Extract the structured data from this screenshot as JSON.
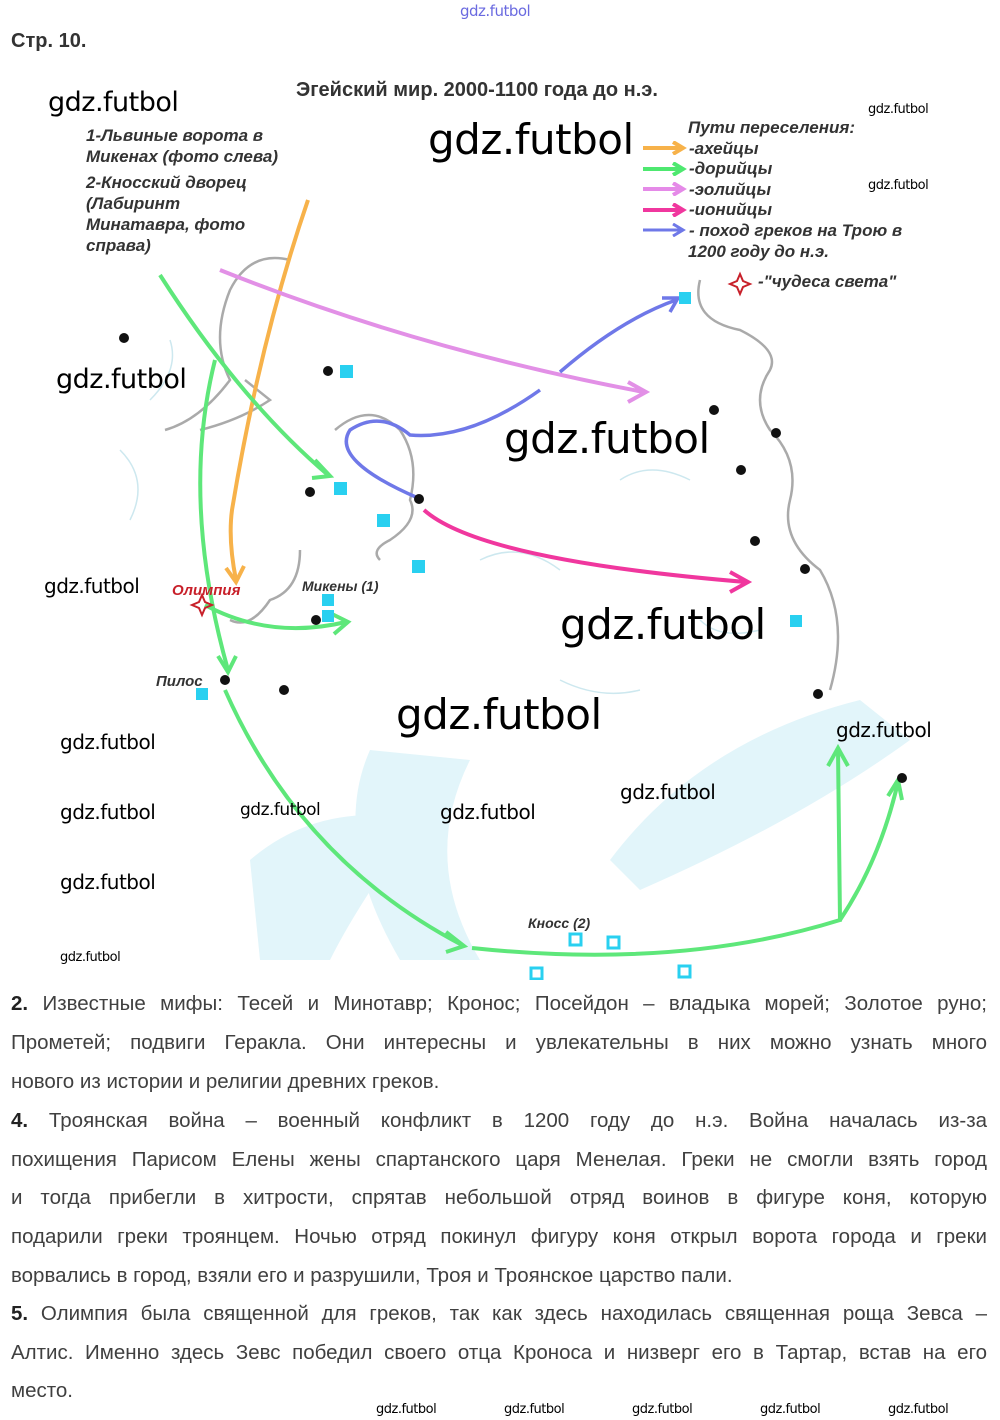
{
  "header": {
    "watermark_top": "gdz.futbol",
    "page_label": "Стр. 10."
  },
  "map": {
    "title": "Эгейский мир. 2000-1100 года до н.э.",
    "notes": [
      "1-Львиные ворота в",
      "Микенах (фото слева)",
      "2-Кносский дворец",
      "(Лабиринт",
      "Минатавра, фото",
      "справа)"
    ],
    "legend": {
      "title": "Пути переселения:",
      "items": [
        {
          "label": "-ахейцы",
          "color": "#f7b24a"
        },
        {
          "label": "-дорийцы",
          "color": "#4ee870"
        },
        {
          "label": "-эолийцы",
          "color": "#e58ae8"
        },
        {
          "label": "-ионийцы",
          "color": "#f0379e"
        },
        {
          "label": "- поход греков на Трою в",
          "color": "#6f78e8"
        }
      ],
      "troy_line2": "1200 году до н.э.",
      "wonders": "-\"чудеса света\""
    },
    "places": {
      "olympia": "Олимпия",
      "mycenae": "Микены (1)",
      "pylos": "Пилос",
      "knossos": "Кносс (2)"
    },
    "colors": {
      "sea": "#dff4fa",
      "coast": "#aaaaaa",
      "marker": "#29d0f0",
      "wonder": "#c8202a"
    }
  },
  "watermarks": {
    "text": "gdz.futbol"
  },
  "answers": {
    "a2": {
      "num": "2.",
      "lines": [
        "Известные мифы: Тесей и Минотавр; Кронос; Посейдон – владыка морей; Золотое руно;",
        "Прометей; подвиги Геракла. Они интересны и увлекательны в них можно узнать много",
        "нового из истории и религии древних греков."
      ]
    },
    "a4": {
      "num": "4.",
      "lines": [
        "Троянская война – военный конфликт в 1200 году до н.э. Война началась из-за",
        "похищения Парисом Елены жены спартанского царя Менелая. Греки не смогли взять город",
        "и тогда прибегли в хитрости, спрятав небольшой отряд воинов в фигуре коня, которую",
        "подарили греки троянцем. Ночью отряд покинул фигуру коня открыл ворота города и греки",
        "ворвались в город, взяли его и разрушили, Троя и Троянское царство пали."
      ]
    },
    "a5": {
      "num": "5.",
      "lines": [
        "Олимпия была священной для греков, так как здесь находилась священная роща Зевса –",
        "Алтис. Именно здесь Зевс победил своего отца Кроноса и низверг его в Тартар, встав на его",
        "место."
      ]
    }
  }
}
